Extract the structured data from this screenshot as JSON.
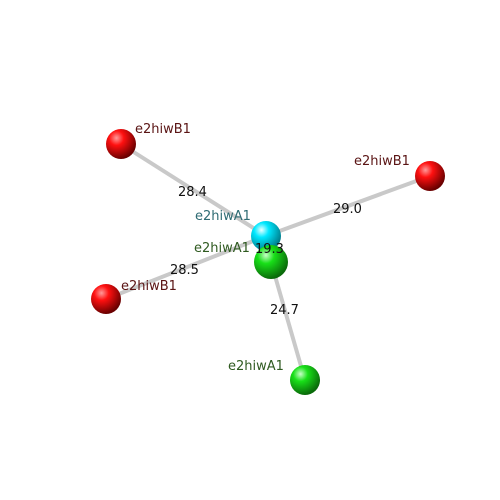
{
  "colors": {
    "red_atom": "#e00000",
    "cyan_atom": "#00e5ff",
    "green_atom": "#22dd22",
    "bond": "#bdbdbd",
    "label_red": "#5a1414",
    "label_cyan": "#2e6b73",
    "label_green": "#2f5a20"
  },
  "nodes": [
    {
      "id": "center_cyan",
      "label": "e2hiwA1",
      "kind": "cyan"
    },
    {
      "id": "center_green",
      "label": "e2hiwA1",
      "kind": "green"
    },
    {
      "id": "top_left_red",
      "label": "e2hiwB1",
      "kind": "red"
    },
    {
      "id": "right_red",
      "label": "e2hiwB1",
      "kind": "red"
    },
    {
      "id": "left_red",
      "label": "e2hiwB1",
      "kind": "red"
    },
    {
      "id": "bottom_green",
      "label": "e2hiwA1",
      "kind": "green"
    }
  ],
  "edges": [
    {
      "from": "center_cyan",
      "to": "top_left_red",
      "label": "28.4"
    },
    {
      "from": "center_cyan",
      "to": "right_red",
      "label": "29.0"
    },
    {
      "from": "center_cyan",
      "to": "left_red",
      "label": "28.5"
    },
    {
      "from": "center_green",
      "to": "bottom_green",
      "label": "24.7"
    }
  ],
  "overlap_label": "19.3"
}
